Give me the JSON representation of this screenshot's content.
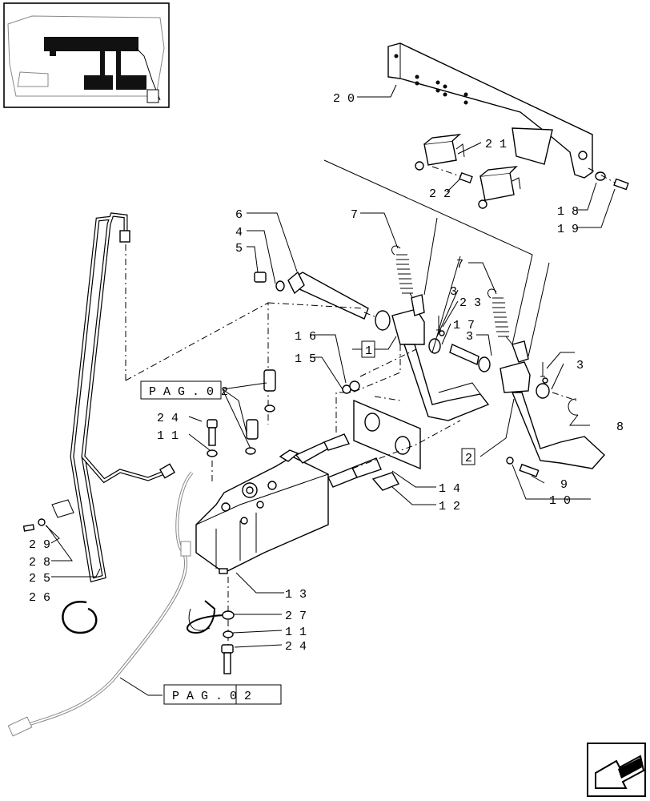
{
  "diagram": {
    "callouts": {
      "c20": "2 0",
      "c21": "2 1",
      "c22": "2 2",
      "c18": "1 8",
      "c19": "1 9",
      "c6": "6",
      "c4": "4",
      "c5": "5",
      "c7a": "7",
      "c7b": "7",
      "c3a": "3",
      "c23": "2 3",
      "c17": "1 7",
      "c3b": "3",
      "c3c": "3",
      "c1": "1",
      "c2": "2",
      "c16": "1 6",
      "c15": "1 5",
      "c8": "8",
      "c24a": "2 4",
      "c11a": "1 1",
      "c14": "1 4",
      "c12": "1 2",
      "c9": "9",
      "c10": "1 0",
      "c29": "2 9",
      "c28": "2 8",
      "c25": "2 5",
      "c26": "2 6",
      "c13": "1 3",
      "c27": "2 7",
      "c11b": "1 1",
      "c24b": "2 4"
    },
    "page_refs": {
      "ref_top": "P A G .   0 2",
      "ref_bottom": "P A G .   0 2"
    }
  }
}
